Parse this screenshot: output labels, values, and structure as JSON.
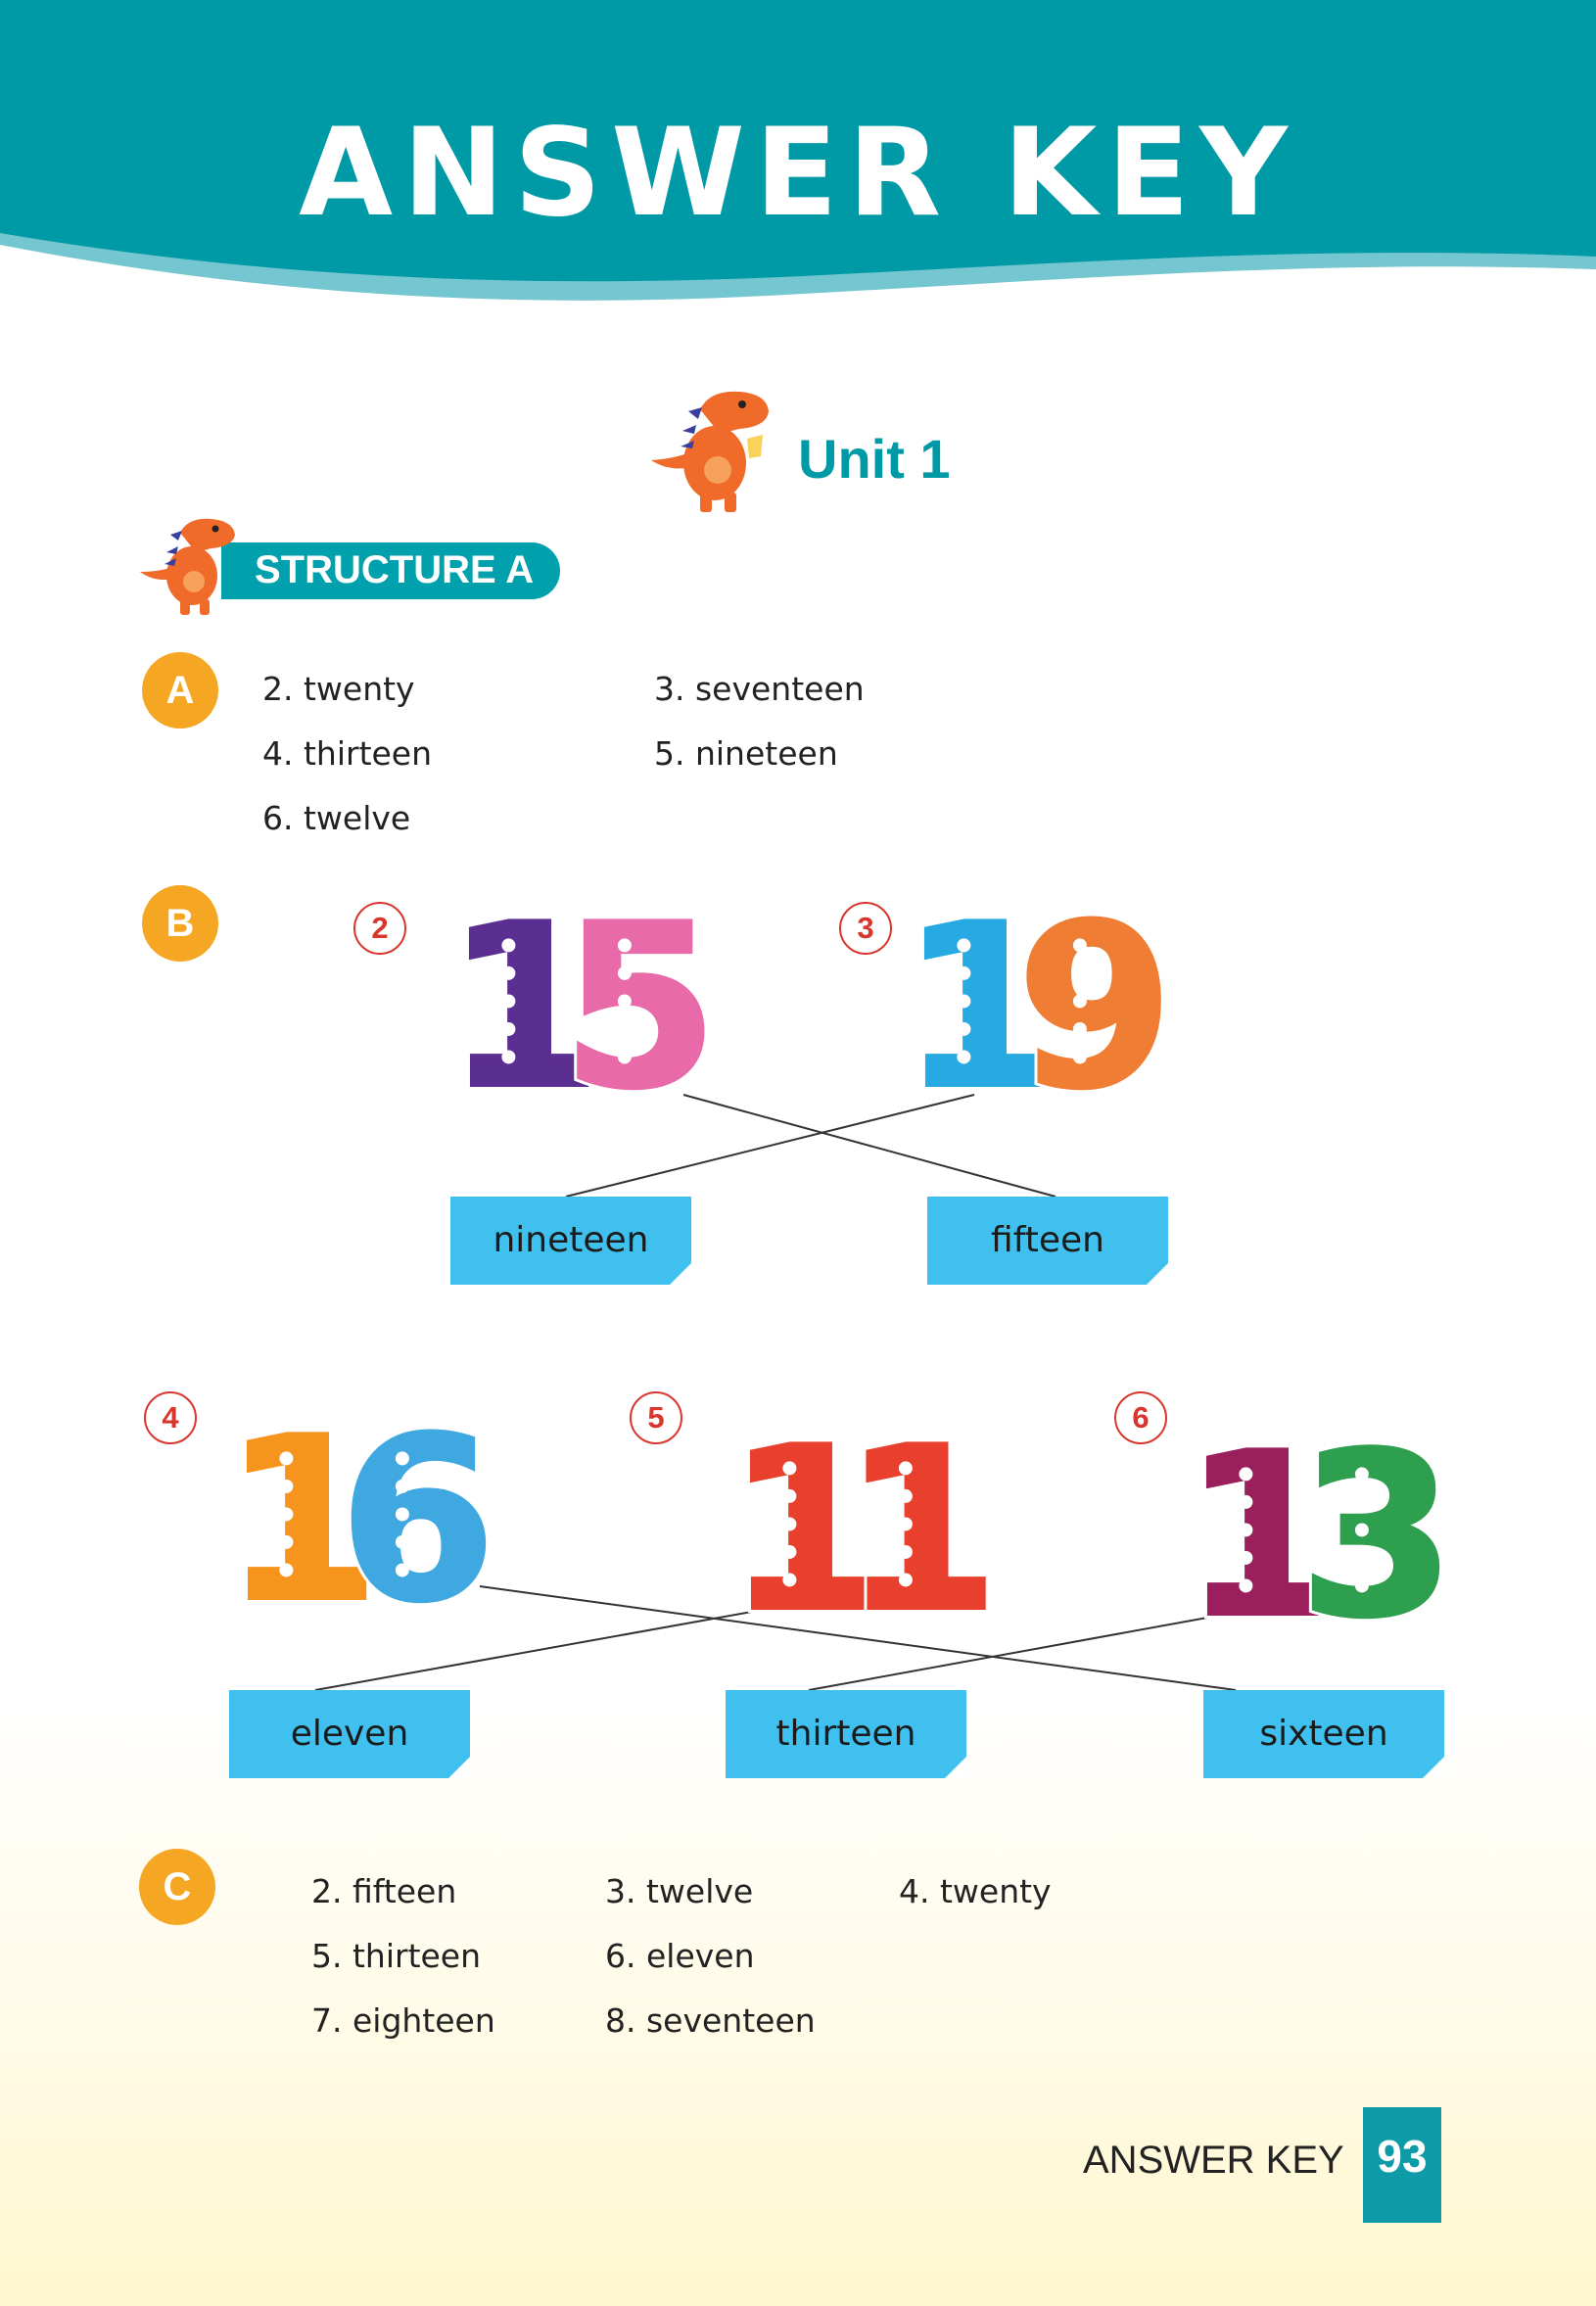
{
  "header": {
    "title": "ANSWER KEY"
  },
  "unit": {
    "title": "Unit 1"
  },
  "section": {
    "label": "STRUCTURE A"
  },
  "exercise_a": {
    "badge": "A",
    "answers": [
      "2. twenty",
      "3. seventeen",
      "4. thirteen",
      "5. nineteen",
      "6. twelve"
    ]
  },
  "exercise_b": {
    "badge": "B",
    "row1": {
      "items": [
        {
          "num": "2",
          "digits": [
            "1",
            "5"
          ],
          "colors": [
            "#5b2e91",
            "#e86aa8"
          ]
        },
        {
          "num": "3",
          "digits": [
            "1",
            "9"
          ],
          "colors": [
            "#27a9e1",
            "#ef7d34"
          ]
        }
      ],
      "words": [
        "nineteen",
        "fifteen"
      ]
    },
    "row2": {
      "items": [
        {
          "num": "4",
          "digits": [
            "1",
            "6"
          ],
          "colors": [
            "#f7941d",
            "#3fa8e0"
          ]
        },
        {
          "num": "5",
          "digits": [
            "1",
            "1"
          ],
          "colors": [
            "#e8402d",
            "#e8402d"
          ]
        },
        {
          "num": "6",
          "digits": [
            "1",
            "3"
          ],
          "colors": [
            "#9b1f5c",
            "#2e9e4f"
          ]
        }
      ],
      "words": [
        "eleven",
        "thirteen",
        "sixteen"
      ]
    }
  },
  "exercise_c": {
    "badge": "C",
    "answers": [
      "2. fifteen",
      "3. twelve",
      "4. twenty",
      "5. thirteen",
      "6. eleven",
      "7. eighteen",
      "8. seventeen"
    ]
  },
  "footer": {
    "label": "ANSWER KEY",
    "page": "93"
  },
  "colors": {
    "teal": "#009aa6",
    "light_teal": "#74c6d0",
    "badge": "#f5a623",
    "card": "#3fc0ee",
    "dino": "#f06a2a"
  }
}
